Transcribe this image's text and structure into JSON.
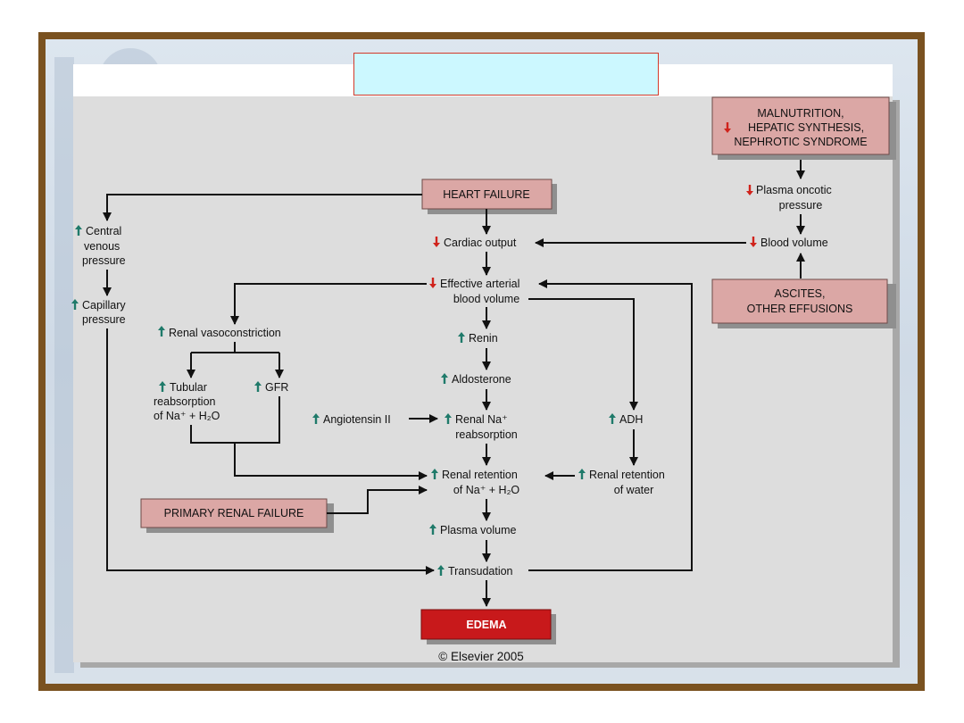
{
  "copyright": "© Elsevier 2005",
  "colors": {
    "up_arrow": "#1f7a6a",
    "down_arrow": "#d0231c",
    "box_fill": "#dba7a5",
    "edema_fill": "#c8191b",
    "title_box_fill": "#ccf8ff",
    "frame": "#7a5220"
  },
  "boxes": {
    "malnutrition": [
      "MALNUTRITION,",
      "HEPATIC SYNTHESIS,",
      "NEPHROTIC SYNDROME"
    ],
    "heart_failure": "HEART FAILURE",
    "ascites": [
      "ASCITES,",
      "OTHER EFFUSIONS"
    ],
    "primary_renal_failure": "PRIMARY RENAL FAILURE",
    "edema": "EDEMA"
  },
  "nodes": {
    "plasma_oncotic": [
      "Plasma oncotic",
      "pressure"
    ],
    "cardiac_output": "Cardiac output",
    "blood_volume": "Blood volume",
    "effective_arterial": [
      "Effective arterial",
      "blood volume"
    ],
    "central_venous": [
      "Central",
      "venous",
      "pressure"
    ],
    "capillary_pressure": [
      "Capillary",
      "pressure"
    ],
    "renal_vasoconstriction": "Renal vasoconstriction",
    "renin": "Renin",
    "aldosterone": "Aldosterone",
    "tubular_reabsorption": [
      "Tubular",
      "reabsorption",
      "of Na⁺ + H₂O"
    ],
    "gfr": "GFR",
    "angiotensin": "Angiotensin II",
    "renal_na": [
      "Renal Na⁺",
      "reabsorption"
    ],
    "adh": "ADH",
    "renal_retention_na": [
      "Renal retention",
      "of Na⁺ + H₂O"
    ],
    "renal_retention_water": [
      "Renal retention",
      "of water"
    ],
    "plasma_volume": "Plasma volume",
    "transudation": "Transudation"
  }
}
